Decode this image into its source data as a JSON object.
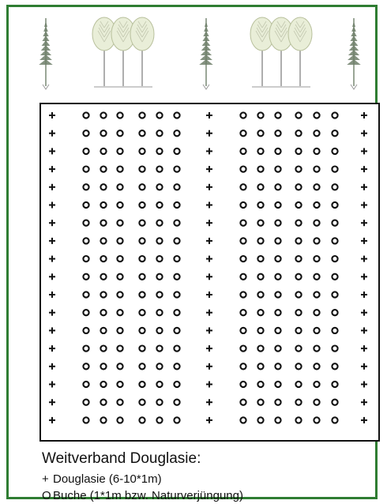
{
  "legend": {
    "title": "Weitverband Douglasie:",
    "items": [
      {
        "symbol": "+",
        "label": "Douglasie (6-10*1m)"
      },
      {
        "symbol": "O",
        "label": "Buche (1*1m bzw. Naturverjüngung)"
      }
    ]
  },
  "diagram": {
    "tree_row_top": [
      "conifer",
      "beech-group",
      "conifer",
      "beech-group",
      "conifer"
    ],
    "plan": {
      "rows": 18,
      "columns": [
        "douglas",
        "beech",
        "beech",
        "beech",
        "beech",
        "beech",
        "beech",
        "douglas",
        "beech",
        "beech",
        "beech",
        "beech",
        "beech",
        "beech",
        "douglas"
      ]
    },
    "colors": {
      "frame": "#2f7d32",
      "border": "#111111",
      "marks": "#111111",
      "conifer": "#6f7f6a",
      "beech_crown": "#e9eed8"
    }
  }
}
